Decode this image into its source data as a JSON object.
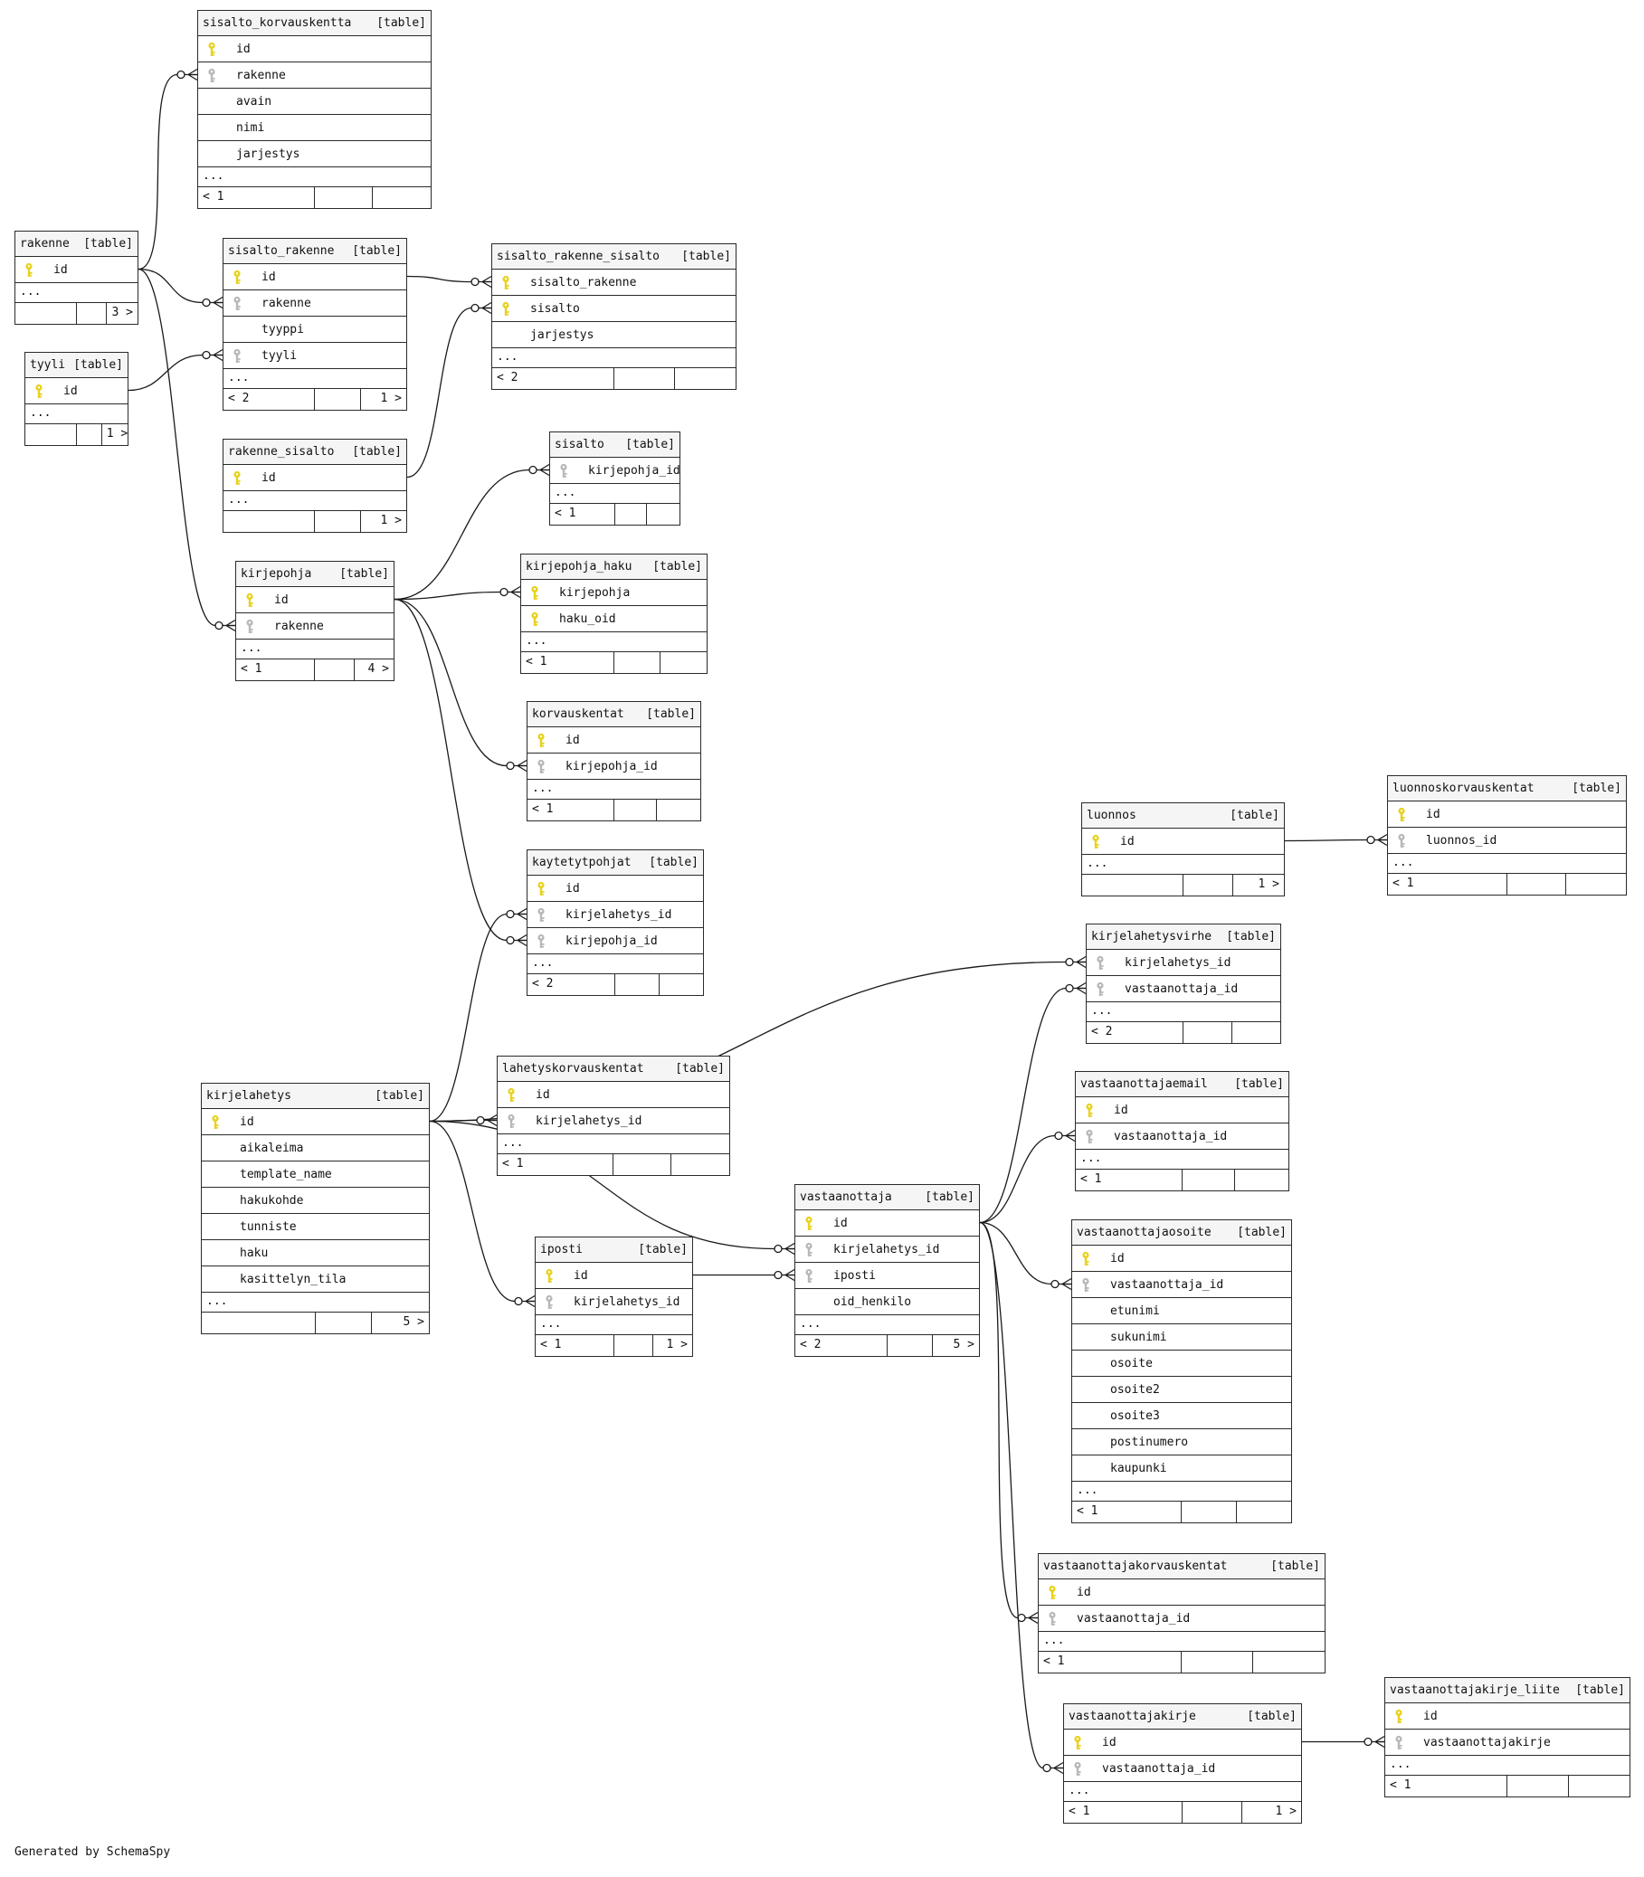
{
  "diagram": {
    "table_kind_label": "[table]",
    "more_label": "...",
    "generated_by": "Generated by SchemaSpy",
    "key_colors": {
      "primary": "#e8d21d",
      "foreign": "#b8b8b8"
    },
    "tables": [
      {
        "id": "sisalto_korvauskentta",
        "name": "sisalto_korvauskentta",
        "columns": [
          {
            "name": "id",
            "key": "primary"
          },
          {
            "name": "rakenne",
            "key": "foreign"
          },
          {
            "name": "avain",
            "key": ""
          },
          {
            "name": "nimi",
            "key": ""
          },
          {
            "name": "jarjestys",
            "key": ""
          }
        ],
        "footer": [
          "< 1",
          "",
          ""
        ]
      },
      {
        "id": "rakenne",
        "name": "rakenne",
        "columns": [
          {
            "name": "id",
            "key": "primary"
          }
        ],
        "footer": [
          "",
          "",
          "3 >"
        ]
      },
      {
        "id": "sisalto_rakenne",
        "name": "sisalto_rakenne",
        "columns": [
          {
            "name": "id",
            "key": "primary"
          },
          {
            "name": "rakenne",
            "key": "foreign"
          },
          {
            "name": "tyyppi",
            "key": ""
          },
          {
            "name": "tyyli",
            "key": "foreign"
          }
        ],
        "footer": [
          "< 2",
          "",
          "1 >"
        ]
      },
      {
        "id": "sisalto_rakenne_sisalto",
        "name": "sisalto_rakenne_sisalto",
        "columns": [
          {
            "name": "sisalto_rakenne",
            "key": "primary"
          },
          {
            "name": "sisalto",
            "key": "primary"
          },
          {
            "name": "jarjestys",
            "key": ""
          }
        ],
        "footer": [
          "< 2",
          "",
          ""
        ]
      },
      {
        "id": "tyyli",
        "name": "tyyli",
        "columns": [
          {
            "name": "id",
            "key": "primary"
          }
        ],
        "footer": [
          "",
          "",
          "1 >"
        ]
      },
      {
        "id": "rakenne_sisalto",
        "name": "rakenne_sisalto",
        "columns": [
          {
            "name": "id",
            "key": "primary"
          }
        ],
        "footer": [
          "",
          "",
          "1 >"
        ]
      },
      {
        "id": "sisalto",
        "name": "sisalto",
        "columns": [
          {
            "name": "kirjepohja_id",
            "key": "foreign"
          }
        ],
        "footer": [
          "< 1",
          "",
          ""
        ]
      },
      {
        "id": "kirjepohja",
        "name": "kirjepohja",
        "columns": [
          {
            "name": "id",
            "key": "primary"
          },
          {
            "name": "rakenne",
            "key": "foreign"
          }
        ],
        "footer": [
          "< 1",
          "",
          "4 >"
        ]
      },
      {
        "id": "kirjepohja_haku",
        "name": "kirjepohja_haku",
        "columns": [
          {
            "name": "kirjepohja",
            "key": "primary"
          },
          {
            "name": "haku_oid",
            "key": "primary"
          }
        ],
        "footer": [
          "< 1",
          "",
          ""
        ]
      },
      {
        "id": "korvauskentat",
        "name": "korvauskentat",
        "columns": [
          {
            "name": "id",
            "key": "primary"
          },
          {
            "name": "kirjepohja_id",
            "key": "foreign"
          }
        ],
        "footer": [
          "< 1",
          "",
          ""
        ]
      },
      {
        "id": "kaytetytpohjat",
        "name": "kaytetytpohjat",
        "columns": [
          {
            "name": "id",
            "key": "primary"
          },
          {
            "name": "kirjelahetys_id",
            "key": "foreign"
          },
          {
            "name": "kirjepohja_id",
            "key": "foreign"
          }
        ],
        "footer": [
          "< 2",
          "",
          ""
        ]
      },
      {
        "id": "luonnos",
        "name": "luonnos",
        "columns": [
          {
            "name": "id",
            "key": "primary"
          }
        ],
        "footer": [
          "",
          "",
          "1 >"
        ]
      },
      {
        "id": "luonnoskorvauskentat",
        "name": "luonnoskorvauskentat",
        "columns": [
          {
            "name": "id",
            "key": "primary"
          },
          {
            "name": "luonnos_id",
            "key": "foreign"
          }
        ],
        "footer": [
          "< 1",
          "",
          ""
        ]
      },
      {
        "id": "kirjelahetysvirhe",
        "name": "kirjelahetysvirhe",
        "columns": [
          {
            "name": "kirjelahetys_id",
            "key": "foreign"
          },
          {
            "name": "vastaanottaja_id",
            "key": "foreign"
          }
        ],
        "footer": [
          "< 2",
          "",
          ""
        ]
      },
      {
        "id": "kirjelahetys",
        "name": "kirjelahetys",
        "columns": [
          {
            "name": "id",
            "key": "primary"
          },
          {
            "name": "aikaleima",
            "key": ""
          },
          {
            "name": "template_name",
            "key": ""
          },
          {
            "name": "hakukohde",
            "key": ""
          },
          {
            "name": "tunniste",
            "key": ""
          },
          {
            "name": "haku",
            "key": ""
          },
          {
            "name": "kasittelyn_tila",
            "key": ""
          }
        ],
        "footer": [
          "",
          "",
          "5 >"
        ]
      },
      {
        "id": "lahetyskorvauskentat",
        "name": "lahetyskorvauskentat",
        "columns": [
          {
            "name": "id",
            "key": "primary"
          },
          {
            "name": "kirjelahetys_id",
            "key": "foreign"
          }
        ],
        "footer": [
          "< 1",
          "",
          ""
        ]
      },
      {
        "id": "vastaanottajaemail",
        "name": "vastaanottajaemail",
        "columns": [
          {
            "name": "id",
            "key": "primary"
          },
          {
            "name": "vastaanottaja_id",
            "key": "foreign"
          }
        ],
        "footer": [
          "< 1",
          "",
          ""
        ]
      },
      {
        "id": "vastaanottaja",
        "name": "vastaanottaja",
        "columns": [
          {
            "name": "id",
            "key": "primary"
          },
          {
            "name": "kirjelahetys_id",
            "key": "foreign"
          },
          {
            "name": "iposti",
            "key": "foreign"
          },
          {
            "name": "oid_henkilo",
            "key": ""
          }
        ],
        "footer": [
          "< 2",
          "",
          "5 >"
        ]
      },
      {
        "id": "iposti",
        "name": "iposti",
        "columns": [
          {
            "name": "id",
            "key": "primary"
          },
          {
            "name": "kirjelahetys_id",
            "key": "foreign"
          }
        ],
        "footer": [
          "< 1",
          "",
          "1 >"
        ]
      },
      {
        "id": "vastaanottajaosoite",
        "name": "vastaanottajaosoite",
        "columns": [
          {
            "name": "id",
            "key": "primary"
          },
          {
            "name": "vastaanottaja_id",
            "key": "foreign"
          },
          {
            "name": "etunimi",
            "key": ""
          },
          {
            "name": "sukunimi",
            "key": ""
          },
          {
            "name": "osoite",
            "key": ""
          },
          {
            "name": "osoite2",
            "key": ""
          },
          {
            "name": "osoite3",
            "key": ""
          },
          {
            "name": "postinumero",
            "key": ""
          },
          {
            "name": "kaupunki",
            "key": ""
          }
        ],
        "footer": [
          "< 1",
          "",
          ""
        ]
      },
      {
        "id": "vastaanottajakorvauskentat",
        "name": "vastaanottajakorvauskentat",
        "columns": [
          {
            "name": "id",
            "key": "primary"
          },
          {
            "name": "vastaanottaja_id",
            "key": "foreign"
          }
        ],
        "footer": [
          "< 1",
          "",
          ""
        ]
      },
      {
        "id": "vastaanottajakirje_liite",
        "name": "vastaanottajakirje_liite",
        "columns": [
          {
            "name": "id",
            "key": "primary"
          },
          {
            "name": "vastaanottajakirje",
            "key": "foreign"
          }
        ],
        "footer": [
          "< 1",
          "",
          ""
        ]
      },
      {
        "id": "vastaanottajakirje",
        "name": "vastaanottajakirje",
        "columns": [
          {
            "name": "id",
            "key": "primary"
          },
          {
            "name": "vastaanottaja_id",
            "key": "foreign"
          }
        ],
        "footer": [
          "< 1",
          "",
          "1 >"
        ]
      }
    ],
    "relations": [
      {
        "from": "rakenne",
        "from_col": "id",
        "to": "sisalto_korvauskentta",
        "to_col": "rakenne"
      },
      {
        "from": "rakenne",
        "from_col": "id",
        "to": "sisalto_rakenne",
        "to_col": "rakenne"
      },
      {
        "from": "rakenne",
        "from_col": "id",
        "to": "kirjepohja",
        "to_col": "rakenne"
      },
      {
        "from": "tyyli",
        "from_col": "id",
        "to": "sisalto_rakenne",
        "to_col": "tyyli"
      },
      {
        "from": "sisalto_rakenne",
        "from_col": "id",
        "to": "sisalto_rakenne_sisalto",
        "to_col": "sisalto_rakenne"
      },
      {
        "from": "rakenne_sisalto",
        "from_col": "id",
        "to": "sisalto_rakenne_sisalto",
        "to_col": "sisalto"
      },
      {
        "from": "kirjepohja",
        "from_col": "id",
        "to": "sisalto",
        "to_col": "kirjepohja_id"
      },
      {
        "from": "kirjepohja",
        "from_col": "id",
        "to": "kirjepohja_haku",
        "to_col": "kirjepohja"
      },
      {
        "from": "kirjepohja",
        "from_col": "id",
        "to": "korvauskentat",
        "to_col": "kirjepohja_id"
      },
      {
        "from": "kirjepohja",
        "from_col": "id",
        "to": "kaytetytpohjat",
        "to_col": "kirjepohja_id"
      },
      {
        "from": "kirjelahetys",
        "from_col": "id",
        "to": "kaytetytpohjat",
        "to_col": "kirjelahetys_id"
      },
      {
        "from": "kirjelahetys",
        "from_col": "id",
        "to": "kirjelahetysvirhe",
        "to_col": "kirjelahetys_id"
      },
      {
        "from": "kirjelahetys",
        "from_col": "id",
        "to": "lahetyskorvauskentat",
        "to_col": "kirjelahetys_id"
      },
      {
        "from": "kirjelahetys",
        "from_col": "id",
        "to": "iposti",
        "to_col": "kirjelahetys_id"
      },
      {
        "from": "kirjelahetys",
        "from_col": "id",
        "to": "vastaanottaja",
        "to_col": "kirjelahetys_id"
      },
      {
        "from": "iposti",
        "from_col": "id",
        "to": "vastaanottaja",
        "to_col": "iposti"
      },
      {
        "from": "luonnos",
        "from_col": "id",
        "to": "luonnoskorvauskentat",
        "to_col": "luonnos_id"
      },
      {
        "from": "vastaanottaja",
        "from_col": "id",
        "to": "kirjelahetysvirhe",
        "to_col": "vastaanottaja_id"
      },
      {
        "from": "vastaanottaja",
        "from_col": "id",
        "to": "vastaanottajaemail",
        "to_col": "vastaanottaja_id"
      },
      {
        "from": "vastaanottaja",
        "from_col": "id",
        "to": "vastaanottajaosoite",
        "to_col": "vastaanottaja_id"
      },
      {
        "from": "vastaanottaja",
        "from_col": "id",
        "to": "vastaanottajakorvauskentat",
        "to_col": "vastaanottaja_id"
      },
      {
        "from": "vastaanottaja",
        "from_col": "id",
        "to": "vastaanottajakirje",
        "to_col": "vastaanottaja_id"
      },
      {
        "from": "vastaanottajakirje",
        "from_col": "id",
        "to": "vastaanottajakirje_liite",
        "to_col": "vastaanottajakirje"
      }
    ]
  }
}
